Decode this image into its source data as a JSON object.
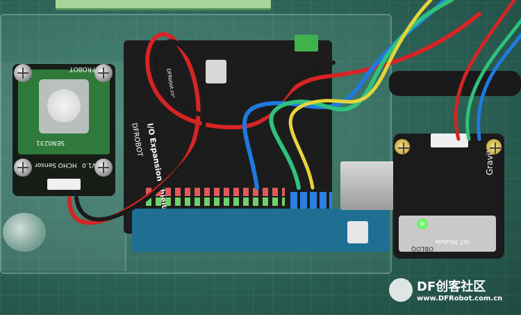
{
  "photo": {
    "hcho_sensor": {
      "brand": "DFROBOT",
      "name": "HCHO Sensor",
      "version": "V1.0",
      "sku": "SEN0231"
    },
    "io_shield": {
      "brand": "DFROBOT",
      "name": "I/O Expansion Shield V7.1",
      "logo": "DFRobot.com"
    },
    "gravity_module": {
      "brand": "Gravity",
      "name": "IoT Module",
      "marking": "OBLOQ"
    },
    "watermark": {
      "brand": "DF创客社区",
      "url": "www.DFRobot.com.cn"
    },
    "wire_colors": [
      "#d62424",
      "#1a1a1a",
      "#1f7ae0",
      "#2ec27e",
      "#e6d43a"
    ]
  }
}
